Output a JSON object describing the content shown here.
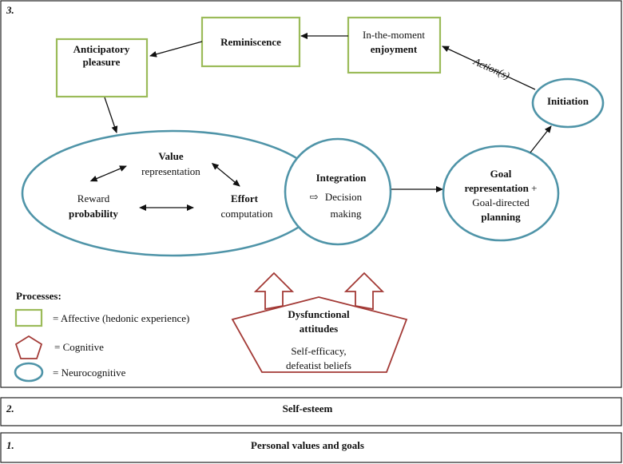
{
  "panel3": {
    "number": "3.",
    "reminiscence": "Reminiscence",
    "anticipatory_line1": "Anticipatory",
    "anticipatory_line2": "pleasure",
    "enjoy_line1": "In-the-moment",
    "enjoy_line2": "enjoyment",
    "action_label": "Action(s)",
    "initiation": "Initiation",
    "value_line1": "Value",
    "value_line2": "representation",
    "reward_line1": "Reward",
    "reward_line2": "probability",
    "effort_line1": "Effort",
    "effort_line2": "computation",
    "integration": "Integration",
    "decision_arrow": "⇨",
    "decision_line1": "Decision",
    "decision_line2": "making",
    "goal_line1": "Goal",
    "goal_line2a": "representation",
    "goal_line2b": " +",
    "goal_line3": "Goal-directed",
    "goal_line4": "planning",
    "dys_line1": "Dysfunctional",
    "dys_line2": "attitudes",
    "dys_line3": "Self-efficacy,",
    "dys_line4": "defeatist beliefs",
    "legend": {
      "title": "Processes:",
      "affective": "= Affective (hedonic experience)",
      "cognitive": "= Cognitive",
      "neurocognitive": "= Neurocognitive"
    }
  },
  "panel2": {
    "number": "2.",
    "label": "Self-esteem"
  },
  "panel1": {
    "number": "1.",
    "label": "Personal values and goals"
  },
  "colors": {
    "affective": "#9bbb59",
    "cognitive": "#a33a36",
    "neurocognitive": "#4f94a8"
  }
}
